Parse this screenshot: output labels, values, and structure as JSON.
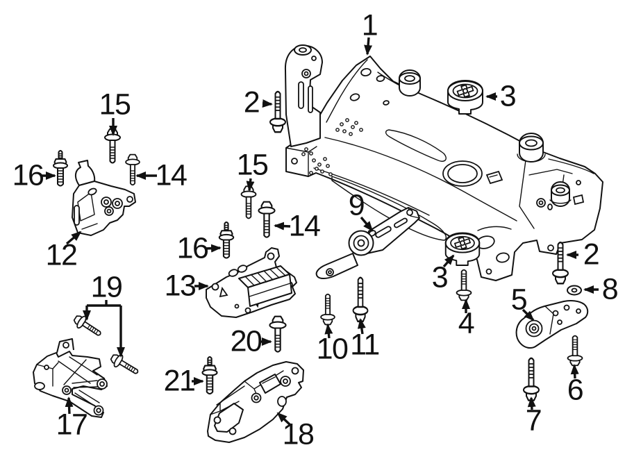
{
  "page": {
    "background": "#ffffff"
  },
  "diagram": {
    "line_color": "#111111",
    "label_color": "#111111",
    "callouts": [
      {
        "id": "callout-1",
        "label": "1"
      },
      {
        "id": "callout-2-upper",
        "label": "2"
      },
      {
        "id": "callout-3-upper",
        "label": "3"
      },
      {
        "id": "callout-15-left",
        "label": "15"
      },
      {
        "id": "callout-16-left",
        "label": "16"
      },
      {
        "id": "callout-14-left",
        "label": "14"
      },
      {
        "id": "callout-12",
        "label": "12"
      },
      {
        "id": "callout-15-center",
        "label": "15"
      },
      {
        "id": "callout-14-center",
        "label": "14"
      },
      {
        "id": "callout-16-center",
        "label": "16"
      },
      {
        "id": "callout-13",
        "label": "13"
      },
      {
        "id": "callout-9",
        "label": "9"
      },
      {
        "id": "callout-3-lower",
        "label": "3"
      },
      {
        "id": "callout-2-right",
        "label": "2"
      },
      {
        "id": "callout-8",
        "label": "8"
      },
      {
        "id": "callout-4",
        "label": "4"
      },
      {
        "id": "callout-5",
        "label": "5"
      },
      {
        "id": "callout-10",
        "label": "10"
      },
      {
        "id": "callout-11",
        "label": "11"
      },
      {
        "id": "callout-19",
        "label": "19"
      },
      {
        "id": "callout-20",
        "label": "20"
      },
      {
        "id": "callout-21",
        "label": "21"
      },
      {
        "id": "callout-17",
        "label": "17"
      },
      {
        "id": "callout-18",
        "label": "18"
      },
      {
        "id": "callout-6",
        "label": "6"
      },
      {
        "id": "callout-7",
        "label": "7"
      }
    ]
  }
}
